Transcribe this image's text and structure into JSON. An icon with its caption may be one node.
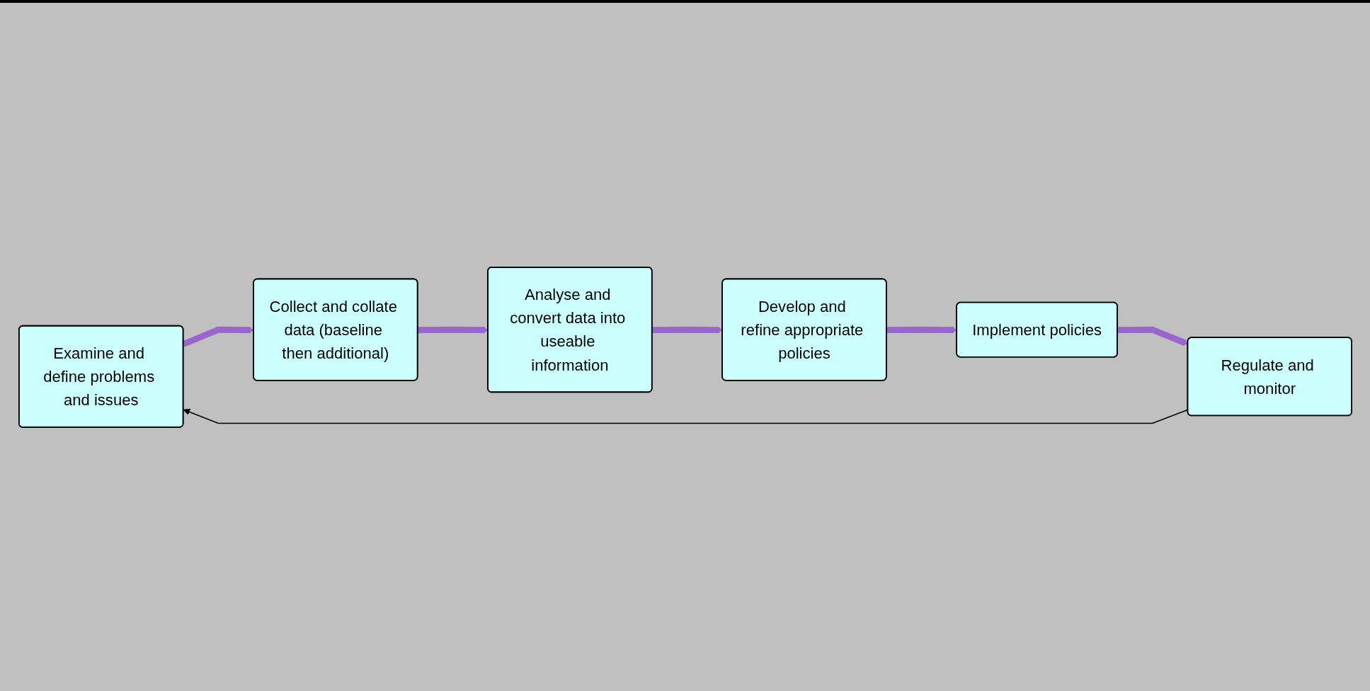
{
  "diagram": {
    "nodes": [
      {
        "text": [
          "Examine and define problems and issues"
        ]
      },
      {
        "text": [
          "Collect and collate data (baseline then additional)"
        ]
      },
      {
        "text": [
          "Analyse and convert data into useable information"
        ]
      },
      {
        "text": [
          "Develop and refine appropriate policies"
        ]
      },
      {
        "text": [
          "Implement policies"
        ]
      },
      {
        "text": [
          "Regulate and monitor"
        ]
      }
    ],
    "edges": [
      {
        "from": 0,
        "to": 1,
        "arrow": "to"
      },
      {
        "from": 1,
        "to": 2,
        "arrow": "to"
      },
      {
        "from": 2,
        "to": 3,
        "arrow": "to"
      },
      {
        "from": 3,
        "to": 4,
        "arrow": "to"
      },
      {
        "from": 4,
        "to": 5,
        "arrow": "to"
      },
      {
        "from": 5,
        "to": 0,
        "arrow": "to",
        "color": "#000000"
      }
    ]
  }
}
